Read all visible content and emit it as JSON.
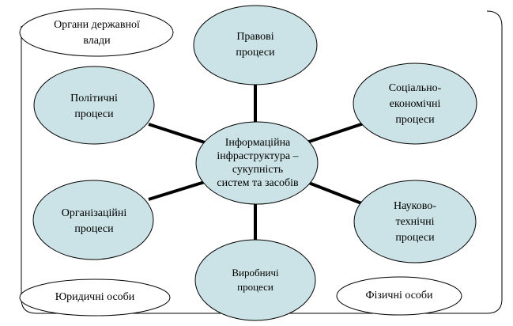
{
  "diagram": {
    "colors": {
      "bubble_fill": "#cbe3e6",
      "outline": "#000000",
      "connector": "#000000",
      "background": "#ffffff"
    },
    "center": {
      "label": "Інформаційна\nінфраструктура –\nсукупність\nсистем та засобів"
    },
    "processes": {
      "legal": "Правові\nпроцеси",
      "political": "Політичні\nпроцеси",
      "socioeconomic": "Соціально-\nекономічні\nпроцеси",
      "organizational": "Організаційні\nпроцеси",
      "scitech": "Науково-\nтехнічні\nпроцеси",
      "production": "Виробничі\nпроцеси"
    },
    "actors": {
      "authorities": "Органи державної\nвлади",
      "legal_entities": "Юридичні особи",
      "individuals": "Фізичні особи"
    }
  }
}
